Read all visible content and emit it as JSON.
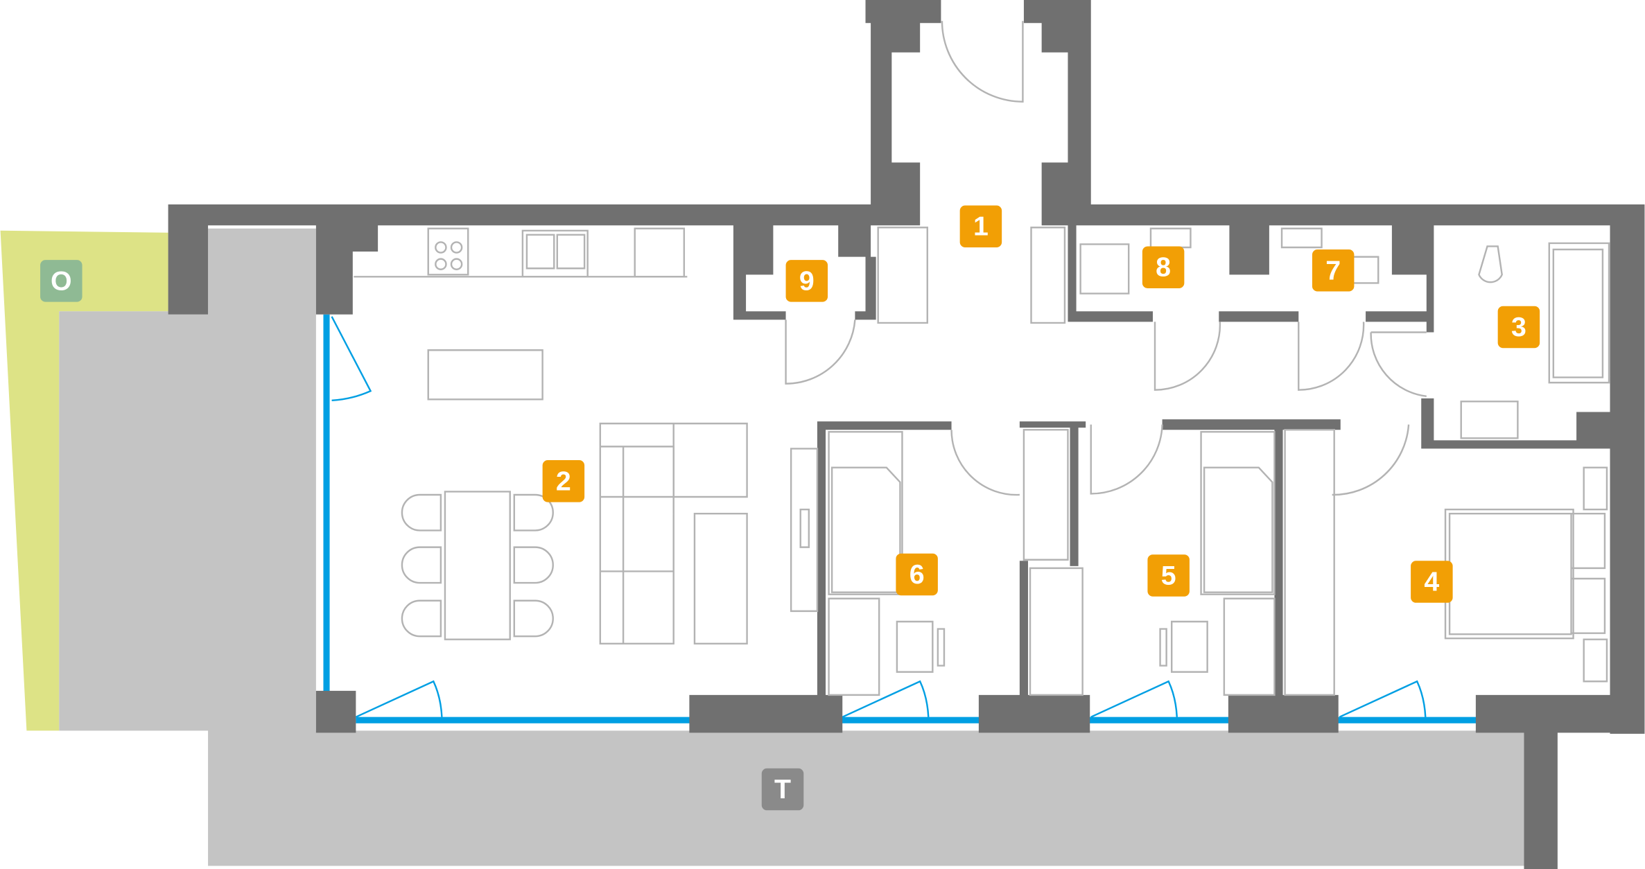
{
  "plan": {
    "rooms": [
      {
        "id": "room-1",
        "label": "1"
      },
      {
        "id": "room-2",
        "label": "2"
      },
      {
        "id": "room-3",
        "label": "3"
      },
      {
        "id": "room-4",
        "label": "4"
      },
      {
        "id": "room-5",
        "label": "5"
      },
      {
        "id": "room-6",
        "label": "6"
      },
      {
        "id": "room-7",
        "label": "7"
      },
      {
        "id": "room-8",
        "label": "8"
      },
      {
        "id": "room-9",
        "label": "9"
      }
    ],
    "outdoor": [
      {
        "id": "garden",
        "label": "O"
      },
      {
        "id": "terrace",
        "label": "T"
      }
    ]
  },
  "colors": {
    "wall": "#707070",
    "terrace": "#c4c4c4",
    "garden": "#dde386",
    "garden_badge": "#8fba94",
    "room_badge": "#f29f05",
    "terrace_badge": "#8a8a8a",
    "window": "#009fe3",
    "furniture": "#b3b3b3"
  }
}
